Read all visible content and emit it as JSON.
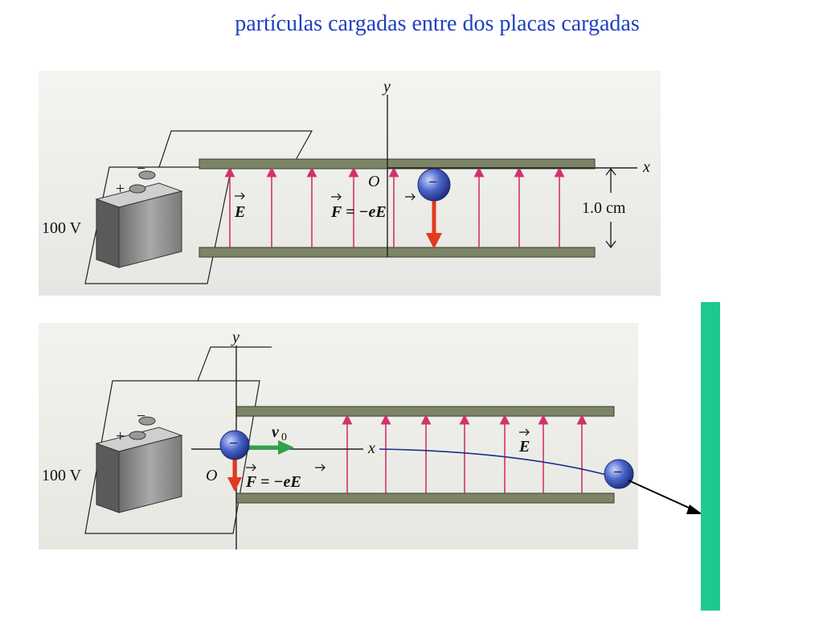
{
  "title": "partículas cargadas entre dos placas cargadas",
  "top": {
    "battery_minus": "−",
    "battery_plus": "+",
    "voltage": "100 V",
    "axis_y": "y",
    "axis_x": "x",
    "origin": "O",
    "field": "E",
    "force_lhs": "F",
    "force_rhs": "= −eE",
    "spacing": "1.0 cm",
    "charge_sign": "−"
  },
  "bottom": {
    "battery_minus": "−",
    "battery_plus": "+",
    "voltage": "100 V",
    "axis_y": "y",
    "axis_x": "x",
    "origin": "O",
    "velocity": "v",
    "velocity_sub": "0",
    "field": "E",
    "force_lhs": "F",
    "force_rhs": "= −eE",
    "charge_sign": "−"
  },
  "colors": {
    "title": "#1f3fbf",
    "field_arrows": "#d2326e",
    "force_arrow": "#e23a1e",
    "velocity_arrow": "#2fa24a",
    "plates": "#7c8566",
    "screen": "#1ec98f",
    "electron": "#4a64c8",
    "trajectory": "#1b2f8a"
  }
}
